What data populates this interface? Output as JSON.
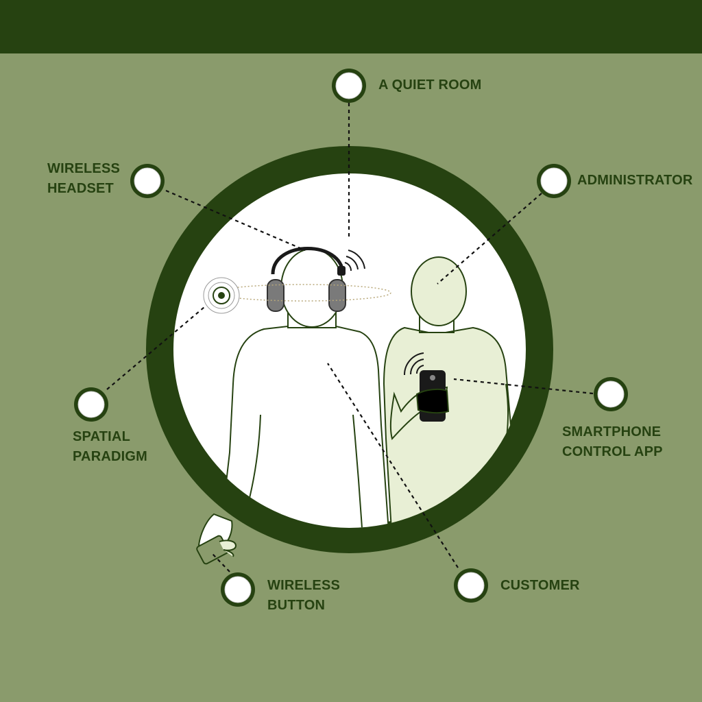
{
  "colors": {
    "header_band": "#264211",
    "background": "#8a9b6c",
    "ring": "#264211",
    "label_text": "#264211",
    "customer_fill": "#ffffff",
    "administrator_fill": "#e8efd5",
    "device_dark": "#1a1a1a",
    "headset_cup": "#7a7a7a"
  },
  "callouts": [
    {
      "id": "quiet-room",
      "lines": [
        "A QUIET ROOM"
      ]
    },
    {
      "id": "wireless-headset",
      "lines": [
        "WIRELESS",
        "HEADSET"
      ]
    },
    {
      "id": "administrator",
      "lines": [
        "ADMINISTRATOR"
      ]
    },
    {
      "id": "spatial-paradigm",
      "lines": [
        "SPATIAL",
        "PARADIGM"
      ]
    },
    {
      "id": "smartphone-control-app",
      "lines": [
        "SMARTPHONE",
        "CONTROL APP"
      ]
    },
    {
      "id": "wireless-button",
      "lines": [
        "WIRELESS",
        "BUTTON"
      ]
    },
    {
      "id": "customer",
      "lines": [
        "CUSTOMER"
      ]
    }
  ],
  "icons": {
    "callout_marker": "callout-marker-icon",
    "headset": "headset-icon",
    "smartphone": "smartphone-icon",
    "wireless_button_device": "wireless-button-device-icon",
    "signal_waves": "wifi-signal-icon",
    "sound_source": "sound-source-icon"
  }
}
